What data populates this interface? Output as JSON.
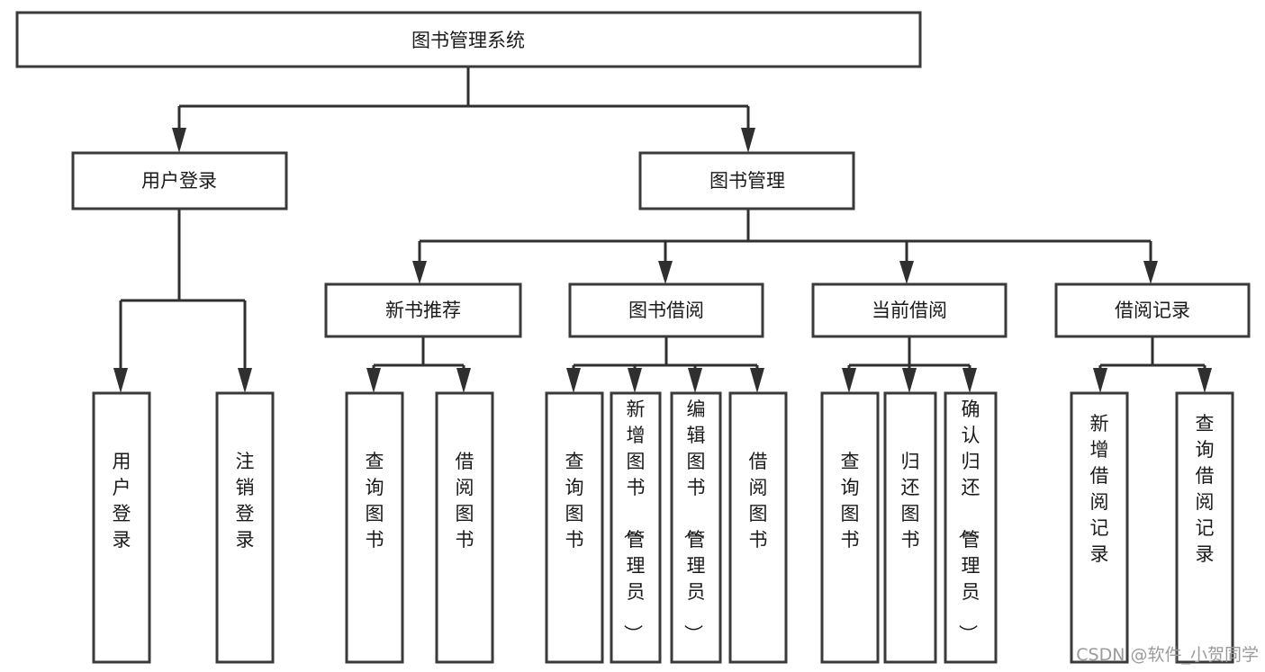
{
  "diagram": {
    "title": "图书管理系统",
    "type": "tree-hierarchy-chart",
    "root": {
      "id": "root",
      "label": "图书管理系统"
    },
    "level2": [
      {
        "id": "user-login",
        "label": "用户登录"
      },
      {
        "id": "book-manage",
        "label": "图书管理"
      }
    ],
    "level3": [
      {
        "id": "new-book-rec",
        "label": "新书推荐",
        "parent": "book-manage"
      },
      {
        "id": "book-borrow",
        "label": "图书借阅",
        "parent": "book-manage"
      },
      {
        "id": "current-borrow",
        "label": "当前借阅",
        "parent": "book-manage"
      },
      {
        "id": "borrow-record",
        "label": "借阅记录",
        "parent": "book-manage"
      }
    ],
    "leaves": [
      {
        "id": "leaf-user-login",
        "label": "用户登录",
        "parent": "user-login"
      },
      {
        "id": "leaf-logout-login",
        "label": "注销登录",
        "parent": "user-login"
      },
      {
        "id": "leaf-query-book-1",
        "label": "查询图书",
        "parent": "new-book-rec"
      },
      {
        "id": "leaf-borrow-book-1",
        "label": "借阅图书",
        "parent": "new-book-rec"
      },
      {
        "id": "leaf-query-book-2",
        "label": "查询图书",
        "parent": "book-borrow"
      },
      {
        "id": "leaf-add-book",
        "label": "新增图书（管理员）",
        "parent": "book-borrow"
      },
      {
        "id": "leaf-edit-book",
        "label": "编辑图书（管理员）",
        "parent": "book-borrow"
      },
      {
        "id": "leaf-borrow-book-2",
        "label": "借阅图书",
        "parent": "book-borrow"
      },
      {
        "id": "leaf-query-book-3",
        "label": "查询图书",
        "parent": "current-borrow"
      },
      {
        "id": "leaf-return-book",
        "label": "归还图书",
        "parent": "current-borrow"
      },
      {
        "id": "leaf-confirm-return",
        "label": "确认归还（管理员）",
        "parent": "current-borrow"
      },
      {
        "id": "leaf-add-record",
        "label": "新增借阅记录",
        "parent": "borrow-record"
      },
      {
        "id": "leaf-query-record",
        "label": "查询借阅记录",
        "parent": "borrow-record"
      }
    ],
    "watermark": "CSDN @软件_小贺同学",
    "colors": {
      "box_stroke": "#3a3a3a",
      "box_fill": "#ffffff",
      "connector": "#2f2f2f",
      "text": "#1a1a1a",
      "watermark": "#9b9b9b",
      "background": "#ffffff"
    }
  }
}
